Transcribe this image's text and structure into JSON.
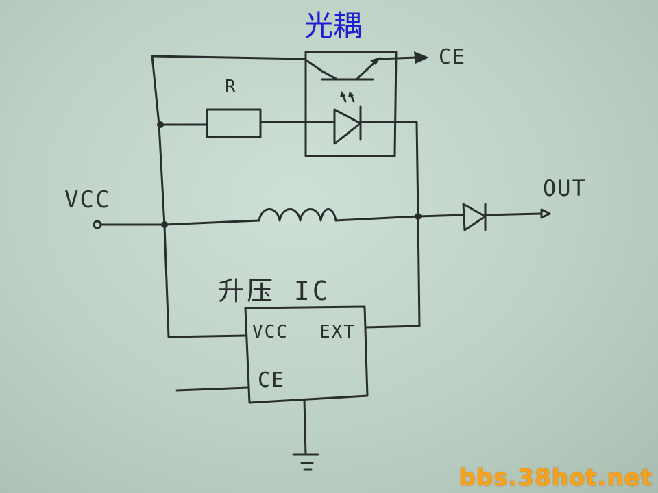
{
  "diagram": {
    "title": "光耦",
    "labels": {
      "vcc_input": "VCC",
      "resistor": "R",
      "ce_output": "CE",
      "out": "OUT",
      "ic_title": "升压 IC",
      "ic_vcc_pin": "VCC",
      "ic_ext_pin": "EXT",
      "ic_ce_pin": "CE"
    }
  },
  "watermark": "bbs.38hot.net",
  "colors": {
    "title": "#1f1fd0",
    "ink": "#2a2d2e",
    "paper": "#c4d6cb",
    "watermark": "#f7a21a"
  }
}
